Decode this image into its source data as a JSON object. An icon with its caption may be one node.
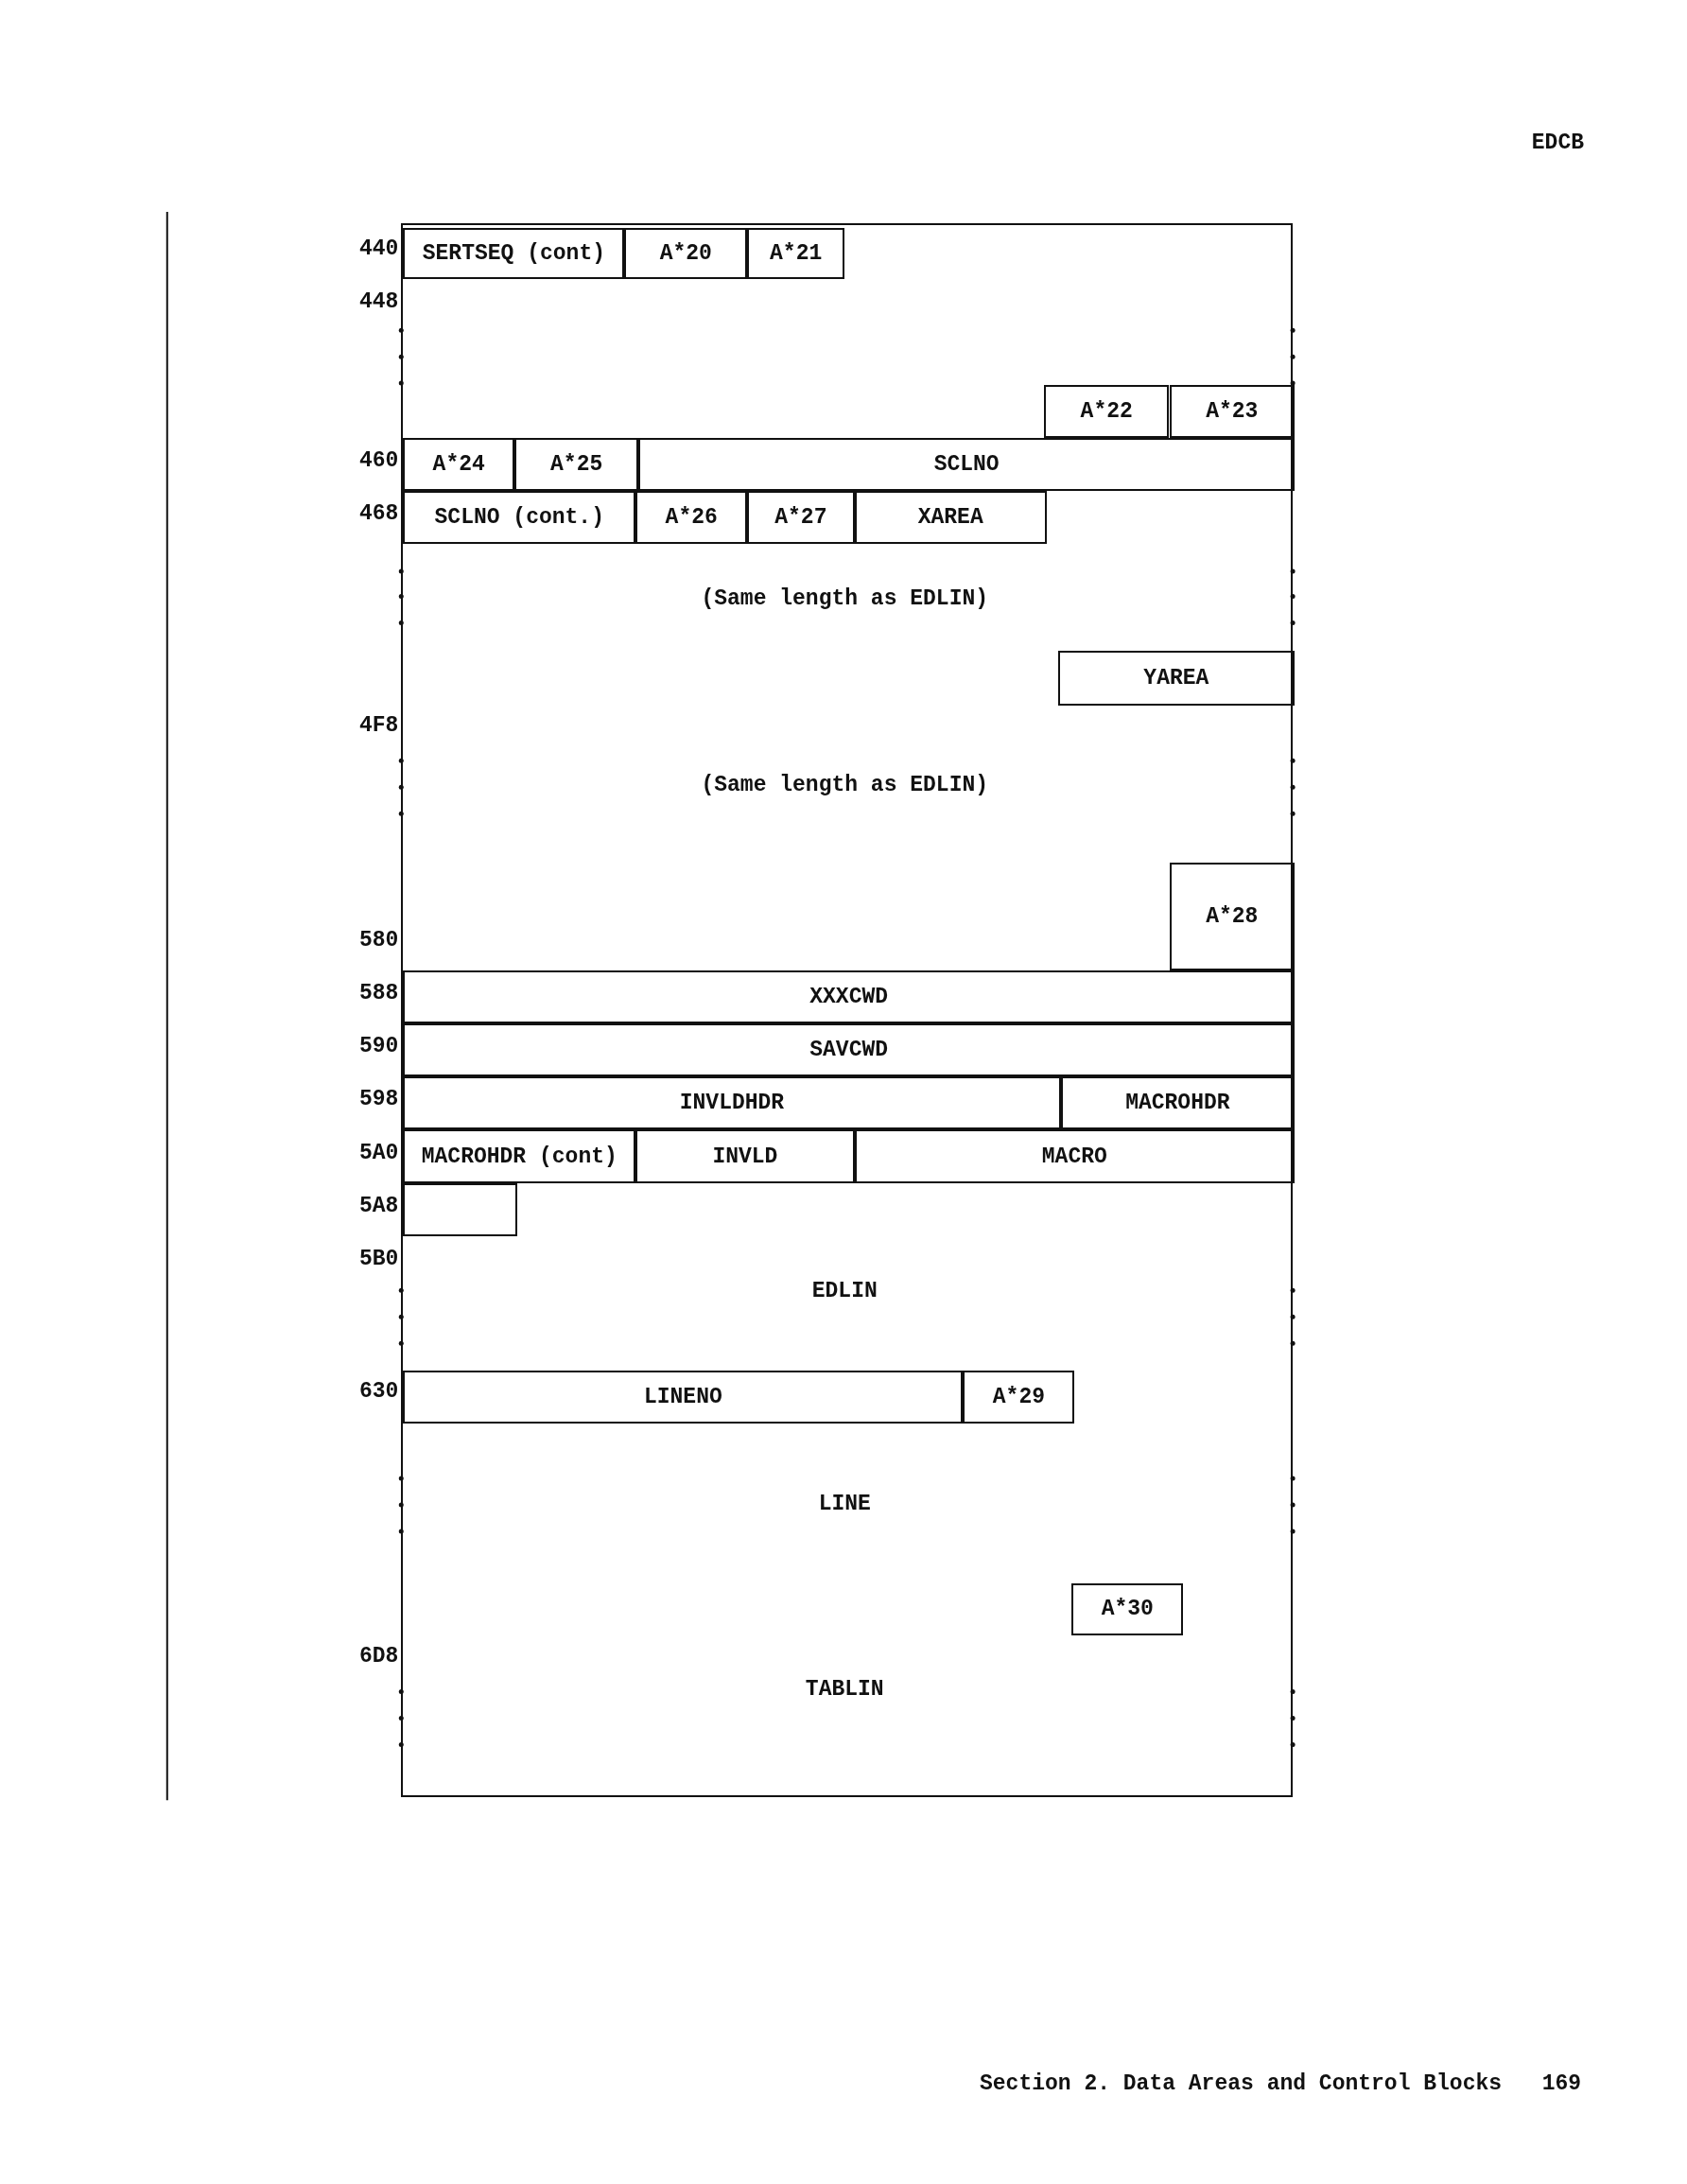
{
  "diagram": {
    "nodes": [
      {
        "text": [],
        "shape": "box"
      },
      {
        "text": [
          "SERTSEQ (cont)"
        ],
        "in": 0
      },
      {
        "text": [
          "A*20"
        ],
        "in": 0
      },
      {
        "text": [
          "A*21"
        ],
        "in": 0
      },
      {
        "text": [
          "A*22"
        ],
        "in": 0
      },
      {
        "text": [
          "A*23"
        ],
        "in": 0
      },
      {
        "text": [
          "A*24"
        ],
        "in": 0
      },
      {
        "text": [
          "A*25"
        ],
        "in": 0
      },
      {
        "text": [
          "SCLNO"
        ],
        "in": 0
      },
      {
        "text": [
          "SCLNO (cont.)"
        ],
        "in": 0
      },
      {
        "text": [
          "A*26"
        ],
        "in": 0
      },
      {
        "text": [
          "A*27"
        ],
        "in": 0
      },
      {
        "text": [
          "XAREA"
        ],
        "in": 0
      },
      {
        "text": [
          "(Same length as EDLIN)"
        ],
        "in": 0
      },
      {
        "text": [
          "YAREA"
        ],
        "in": 0
      },
      {
        "text": [
          "(Same length as EDLIN)"
        ],
        "in": 0
      },
      {
        "text": [
          "A*28"
        ],
        "in": 0
      },
      {
        "text": [
          "XXXCWD"
        ],
        "in": 0
      },
      {
        "text": [
          "SAVCWD"
        ],
        "in": 0
      },
      {
        "text": [
          "INVLDHDR"
        ],
        "in": 0
      },
      {
        "text": [
          "MACROHDR"
        ],
        "in": 0
      },
      {
        "text": [
          "MACROHDR (cont)"
        ],
        "in": 0
      },
      {
        "text": [
          "INVLD"
        ],
        "in": 0
      },
      {
        "text": [
          "MACRO"
        ],
        "in": 0
      },
      {
        "text": [],
        "shape": "box",
        "in": 0
      },
      {
        "text": [
          "EDLIN"
        ],
        "in": 0
      },
      {
        "text": [
          "LINENO"
        ],
        "in": 0
      },
      {
        "text": [
          "A*29"
        ],
        "in": 0
      },
      {
        "text": [
          "LINE"
        ],
        "in": 0
      },
      {
        "text": [
          "A*30"
        ],
        "in": 0
      },
      {
        "text": [
          "TABLIN"
        ],
        "in": 0
      }
    ],
    "labels": [
      "EDCB",
      "440",
      "448",
      "460",
      "468",
      "4F8",
      "580",
      "588",
      "590",
      "598",
      "5A0",
      "5A8",
      "5B0",
      "630",
      "6D8",
      "Section 2. Data Areas and Control Blocks",
      "169"
    ]
  }
}
